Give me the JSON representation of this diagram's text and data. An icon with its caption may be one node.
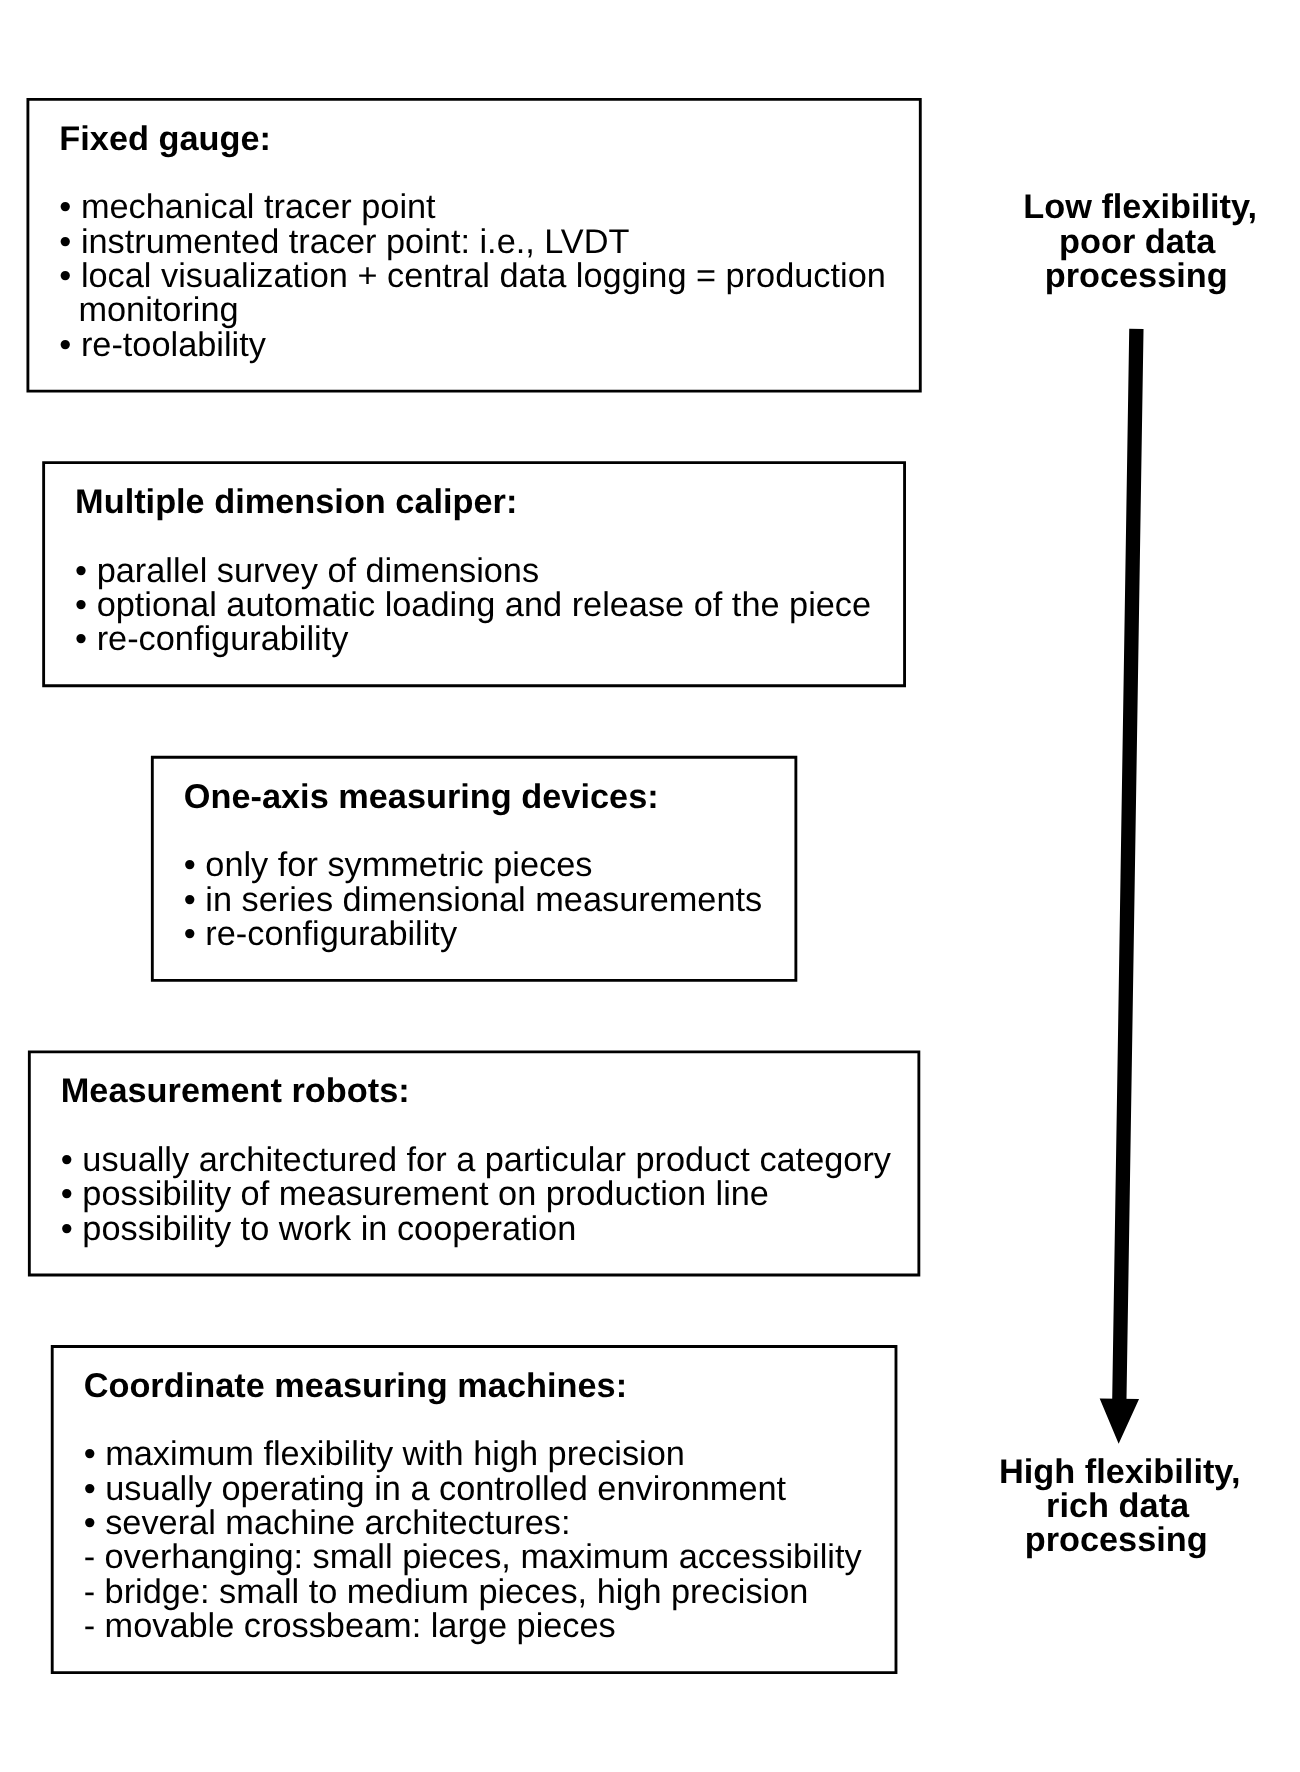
{
  "diagram": {
    "nodes": [
      {
        "text": [
          "Fixed gauge:",
          "• mechanical tracer point",
          "• instrumented tracer point: i.e., LVDT",
          "• local visualization + central data logging = production monitoring",
          "• re-toolability"
        ]
      },
      {
        "text": [
          "Multiple dimension caliper:",
          "• parallel survey of dimensions",
          "• optional automatic loading and release of the piece",
          "• re-configurability"
        ]
      },
      {
        "text": [
          "One-axis measuring devices:",
          "• only for symmetric pieces",
          "• in series dimensional measurements",
          "• re-configurability"
        ]
      },
      {
        "text": [
          "Measurement robots:",
          "• usually architectured for a particular product category",
          "• possibility of measurement on production line",
          "• possibility to work in cooperation"
        ]
      },
      {
        "text": [
          "Coordinate measuring machines:",
          "• maximum flexibility with high precision",
          "• usually operating in a controlled environment",
          "• several machine architectures:",
          "- overhanging: small pieces, maximum accessibility",
          "- bridge: small to medium pieces, high precision",
          "- movable crossbeam: large pieces"
        ]
      },
      {
        "text": [
          "Low flexibility, poor data processing"
        ]
      },
      {
        "text": [
          "High flexibility, rich data processing"
        ]
      }
    ],
    "edges": [
      {
        "from": 5,
        "to": 6,
        "arrow": "to"
      }
    ]
  }
}
